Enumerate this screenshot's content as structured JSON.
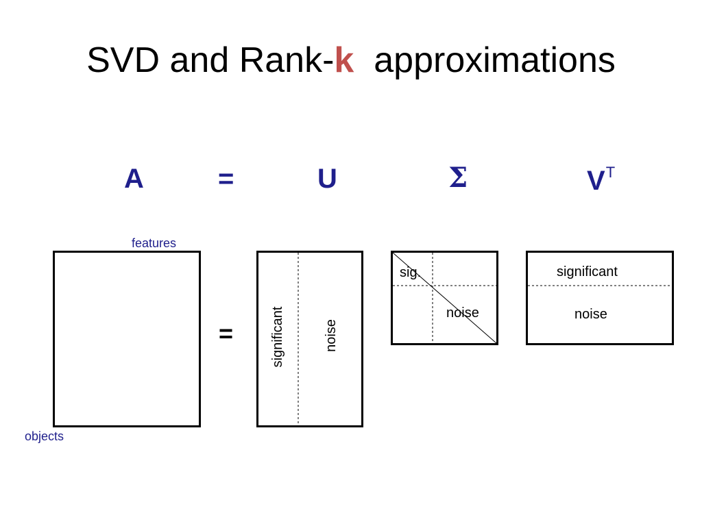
{
  "title": {
    "prefix": "SVD and Rank-",
    "accent": "k",
    "suffix": "  approximations",
    "accent_color": "#c0504d"
  },
  "equation": {
    "a": "A",
    "equals": "=",
    "u": "U",
    "sigma": "Σ",
    "v": "V",
    "v_superscript": "T",
    "color": "#1f1f8c"
  },
  "matrix_a": {
    "top_label": "features",
    "side_label": "objects"
  },
  "big_equals": "=",
  "matrix_u": {
    "left_label": "significant",
    "right_label": "noise"
  },
  "matrix_sigma": {
    "top_left_label": "sig.",
    "bottom_right_label": "noise"
  },
  "matrix_vt": {
    "top_label": "significant",
    "bottom_label": "noise"
  }
}
